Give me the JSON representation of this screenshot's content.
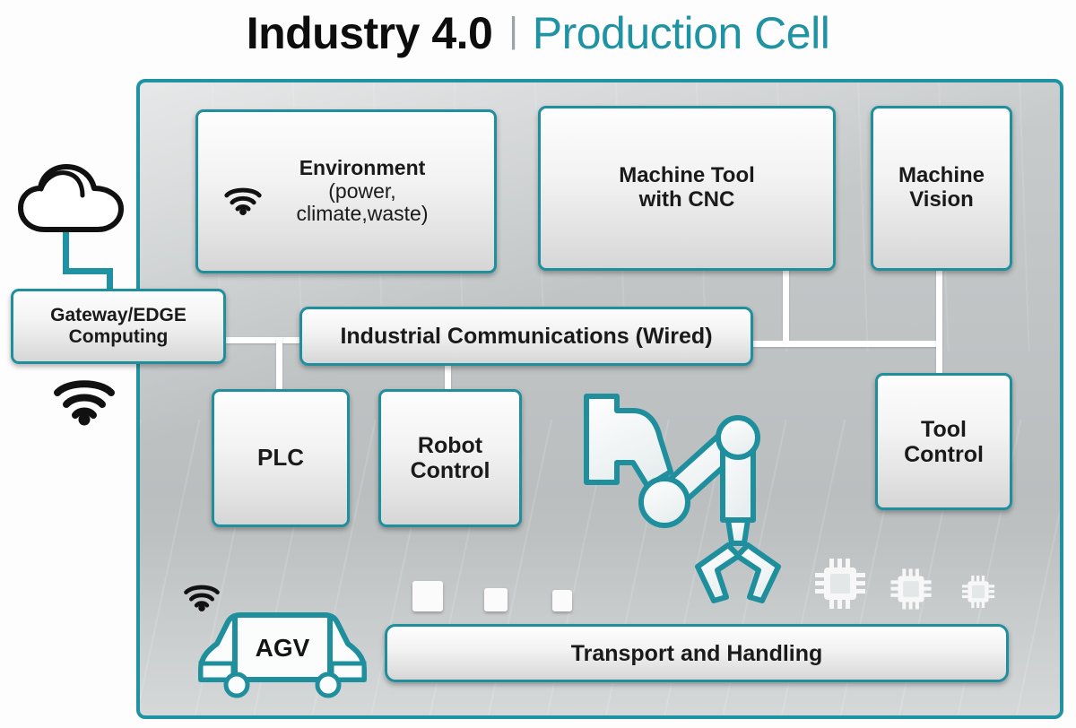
{
  "title": {
    "main": "Industry 4.0",
    "separator": "|",
    "sub": "Production Cell"
  },
  "colors": {
    "accent_teal": "#1f93a3",
    "node_border": "#1f8f9e",
    "connector": "#ffffff",
    "cell_background": "#c2c6c7",
    "title_black": "#0d0d0d"
  },
  "external": {
    "cloud_icon": "cloud-icon",
    "gateway": {
      "line1": "Gateway/EDGE",
      "line2": "Computing"
    },
    "gateway_wifi_icon": "wifi-icon"
  },
  "cell": {
    "label": "production-cell-container",
    "nodes": [
      {
        "id": "environment",
        "title": "Environment",
        "sub1": "(power,",
        "sub2": "climate,waste)",
        "icon": "wifi-icon"
      },
      {
        "id": "machine-tool",
        "line1": "Machine Tool",
        "line2": "with CNC"
      },
      {
        "id": "machine-vision",
        "line1": "Machine",
        "line2": "Vision"
      },
      {
        "id": "industrial-communications",
        "label": "Industrial Communications (Wired)"
      },
      {
        "id": "plc",
        "label": "PLC"
      },
      {
        "id": "robot-control",
        "line1": "Robot",
        "line2": "Control"
      },
      {
        "id": "tool-control",
        "line1": "Tool",
        "line2": "Control"
      },
      {
        "id": "transport-handling",
        "label": "Transport and Handling"
      }
    ],
    "agv": {
      "label": "AGV",
      "wifi_icon": "wifi-icon",
      "icon": "agv-vehicle-icon"
    },
    "robot_arm_icon": "robot-arm-icon",
    "chips": [
      {
        "id": "chip-large",
        "icon": "microchip-icon"
      },
      {
        "id": "chip-medium",
        "icon": "microchip-icon"
      },
      {
        "id": "chip-small",
        "icon": "microchip-icon"
      }
    ],
    "workpieces": [
      {
        "id": "workpiece-large"
      },
      {
        "id": "workpiece-medium"
      },
      {
        "id": "workpiece-small"
      }
    ]
  }
}
